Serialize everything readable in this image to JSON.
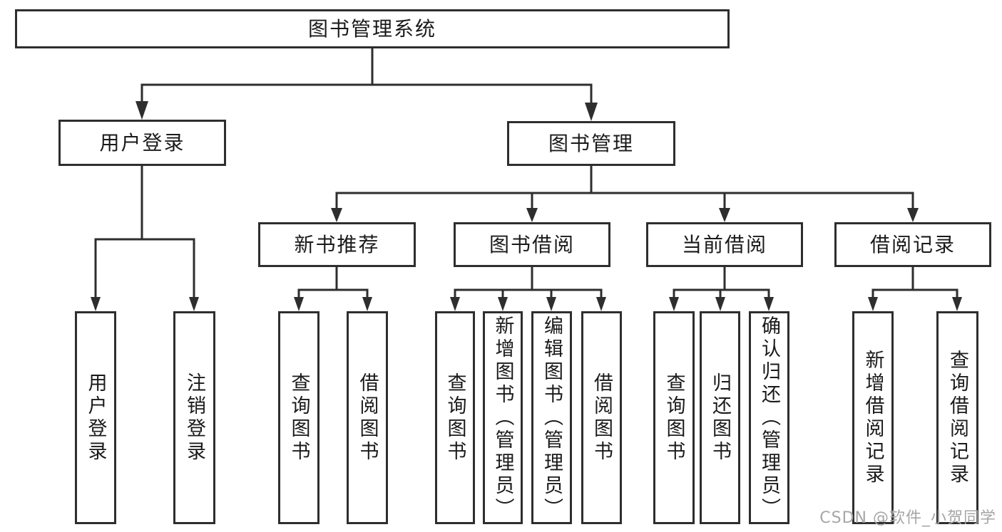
{
  "diagram": {
    "type": "functional-structure-tree",
    "root": {
      "label": "图书管理系统",
      "children": [
        {
          "label": "用户登录",
          "children": [
            {
              "label": "用户登录"
            },
            {
              "label": "注销登录"
            }
          ]
        },
        {
          "label": "图书管理",
          "children": [
            {
              "label": "新书推荐",
              "children": [
                {
                  "label": "查询图书"
                },
                {
                  "label": "借阅图书"
                }
              ]
            },
            {
              "label": "图书借阅",
              "children": [
                {
                  "label": "查询图书"
                },
                {
                  "label": "新增图书（管理员）"
                },
                {
                  "label": "编辑图书（管理员）"
                },
                {
                  "label": "借阅图书"
                }
              ]
            },
            {
              "label": "当前借阅",
              "children": [
                {
                  "label": "查询图书"
                },
                {
                  "label": "归还图书"
                },
                {
                  "label": "确认归还（管理员）"
                }
              ]
            },
            {
              "label": "借阅记录",
              "children": [
                {
                  "label": "新增借阅记录"
                },
                {
                  "label": "查询借阅记录"
                }
              ]
            }
          ]
        }
      ]
    },
    "colors": {
      "line": "#2e2e2e",
      "border": "#2e2e2e",
      "text": "#1a1a1a",
      "background": "#ffffff",
      "watermark": "#a6a6a6"
    }
  },
  "watermark": {
    "text": "CSDN @软件_小贺同学"
  }
}
